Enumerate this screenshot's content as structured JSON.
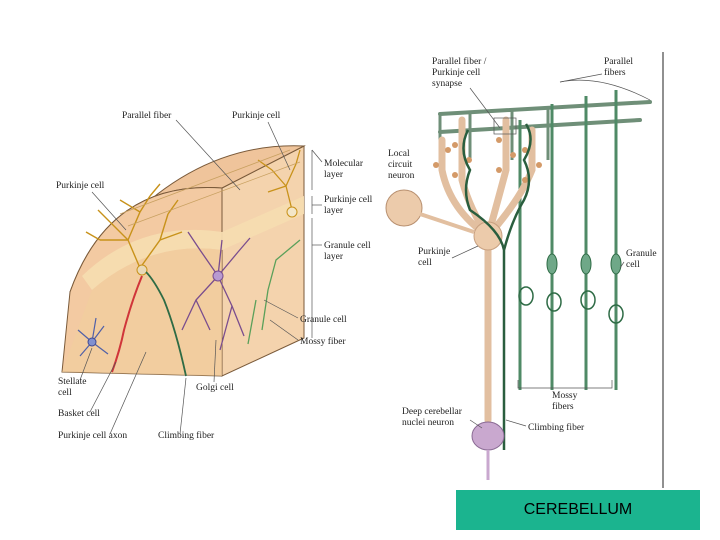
{
  "left_diagram": {
    "labels": {
      "parallel_fiber": "Parallel fiber",
      "purkinje_cell_top": "Purkinje cell",
      "purkinje_cell_left": "Purkinje cell",
      "molecular_layer": [
        "Molecular",
        "layer"
      ],
      "purkinje_cell_layer": [
        "Purkinje cell",
        "layer"
      ],
      "granule_cell_layer": [
        "Granule cell",
        "layer"
      ],
      "granule_cell": "Granule cell",
      "mossy_fiber": "Mossy fiber",
      "stellate_cell": [
        "Stellate",
        "cell"
      ],
      "basket_cell": "Basket cell",
      "golgi_cell": "Golgi cell",
      "purkinje_cell_axon": "Purkinje cell axon",
      "climbing_fiber": "Climbing fiber"
    }
  },
  "right_diagram": {
    "labels": {
      "pf_synapse": [
        "Parallel fiber /",
        "Purkinje cell",
        "synapse"
      ],
      "parallel_fibers": [
        "Parallel",
        "fibers"
      ],
      "local_circuit_neuron": [
        "Local",
        "circuit",
        "neuron"
      ],
      "purkinje_cell": [
        "Purkinje",
        "cell"
      ],
      "granule_cell": [
        "Granule",
        "cell"
      ],
      "mossy_fibers": [
        "Mossy",
        "fibers"
      ],
      "deep_cerebellar": [
        "Deep cerebellar",
        "nuclei neuron"
      ],
      "climbing_fiber": "Climbing fiber"
    }
  },
  "caption": "CEREBELLUM",
  "colors": {
    "caption_bg": "#1bb48f",
    "tissue": "#f2c9a0",
    "purkinje_layer": "#f5dcae",
    "purple_cells": "#7a4d8e",
    "fiber_green": "#2e6b45",
    "pale_fiber": "#e8c8a8"
  }
}
